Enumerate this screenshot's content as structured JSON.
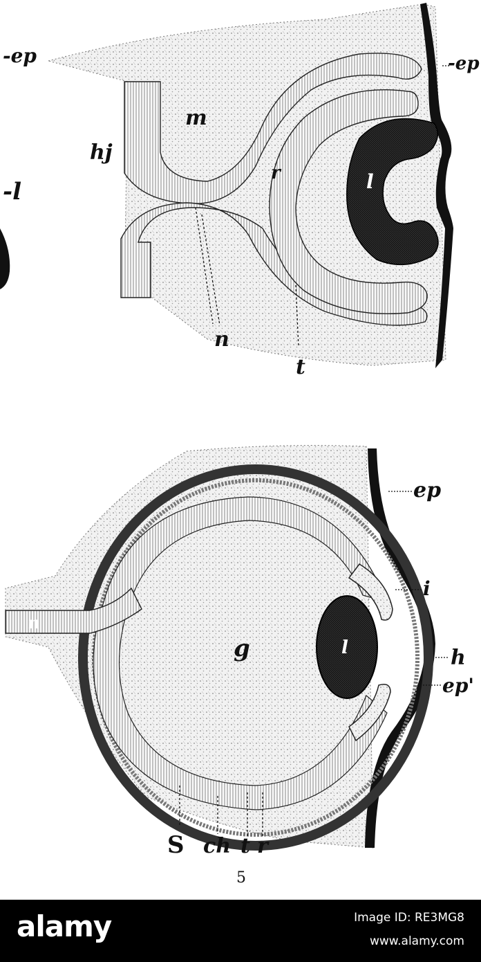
{
  "figure_top": {
    "labels": {
      "ep_left": "-ep",
      "l_left": "-l",
      "ep_right": "-ep",
      "m": "m",
      "hj": "hj",
      "r": "r",
      "l": "l",
      "n": "n",
      "t": "t"
    }
  },
  "figure_bottom": {
    "labels": {
      "ep": "ep",
      "i": "i",
      "h": "h",
      "ep_prime": "ep'",
      "n": "n",
      "g": "g",
      "l": "l",
      "S": "S",
      "ch": "ch",
      "t": "t",
      "r": "r"
    },
    "figure_number": "5"
  },
  "watermark": {
    "logo_text": "alamy",
    "image_id": "Image ID: RE3MG8",
    "url": "www.alamy.com"
  },
  "colors": {
    "ink": "#111111",
    "tissue_gray": "#c9c9c9",
    "lens_dark": "#1a1a1a",
    "watermark_bg": "#000000"
  }
}
